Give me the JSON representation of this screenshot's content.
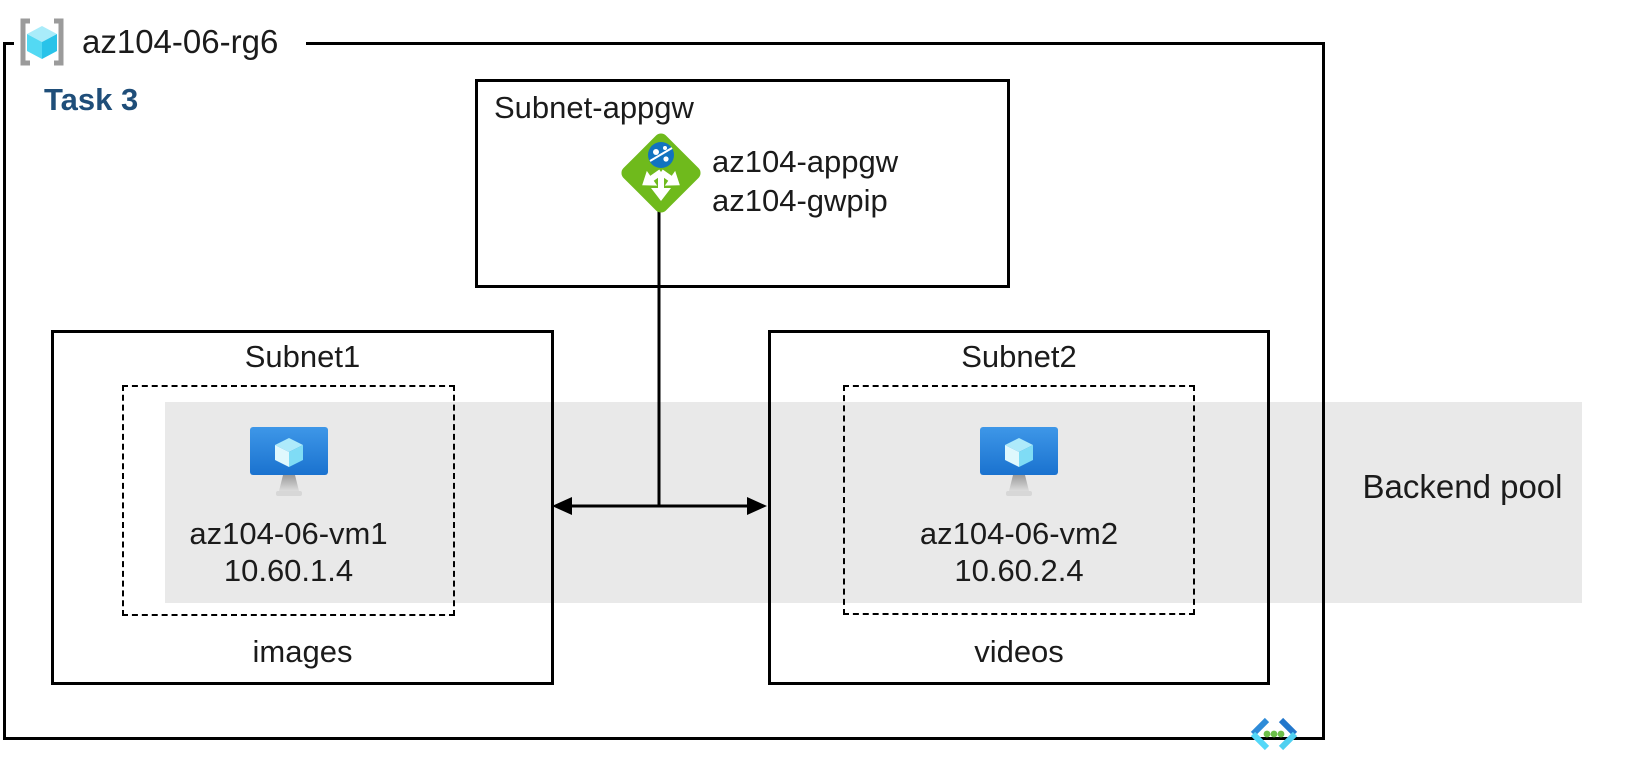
{
  "diagram": {
    "resource_group": {
      "name": "az104-06-rg6",
      "task": "Task 3"
    },
    "appgw_subnet": {
      "title": "Subnet-appgw",
      "gateway_name": "az104-appgw",
      "gateway_pip": "az104-gwpip"
    },
    "subnet1": {
      "title": "Subnet1",
      "vm_name": "az104-06-vm1",
      "vm_ip": "10.60.1.4",
      "folder": "images"
    },
    "subnet2": {
      "title": "Subnet2",
      "vm_name": "az104-06-vm2",
      "vm_ip": "10.60.2.4",
      "folder": "videos"
    },
    "backend_pool_label": "Backend pool"
  },
  "icons": {
    "resource_group": "resource-group-icon",
    "application_gateway": "application-gateway-icon",
    "virtual_machine": "virtual-machine-icon",
    "virtual_network": "virtual-network-icon"
  },
  "colors": {
    "task_label_blue": "#1f4e79",
    "backend_band_gray": "#e9e9e9",
    "appgw_green": "#6fba1c",
    "vm_screen_blue": "#1a72cf",
    "cube_cyan": "#50e6ff",
    "vnet_dot_green": "#6cbf4a",
    "bracket_gray": "#9b9b9b",
    "border_black": "#000000"
  }
}
